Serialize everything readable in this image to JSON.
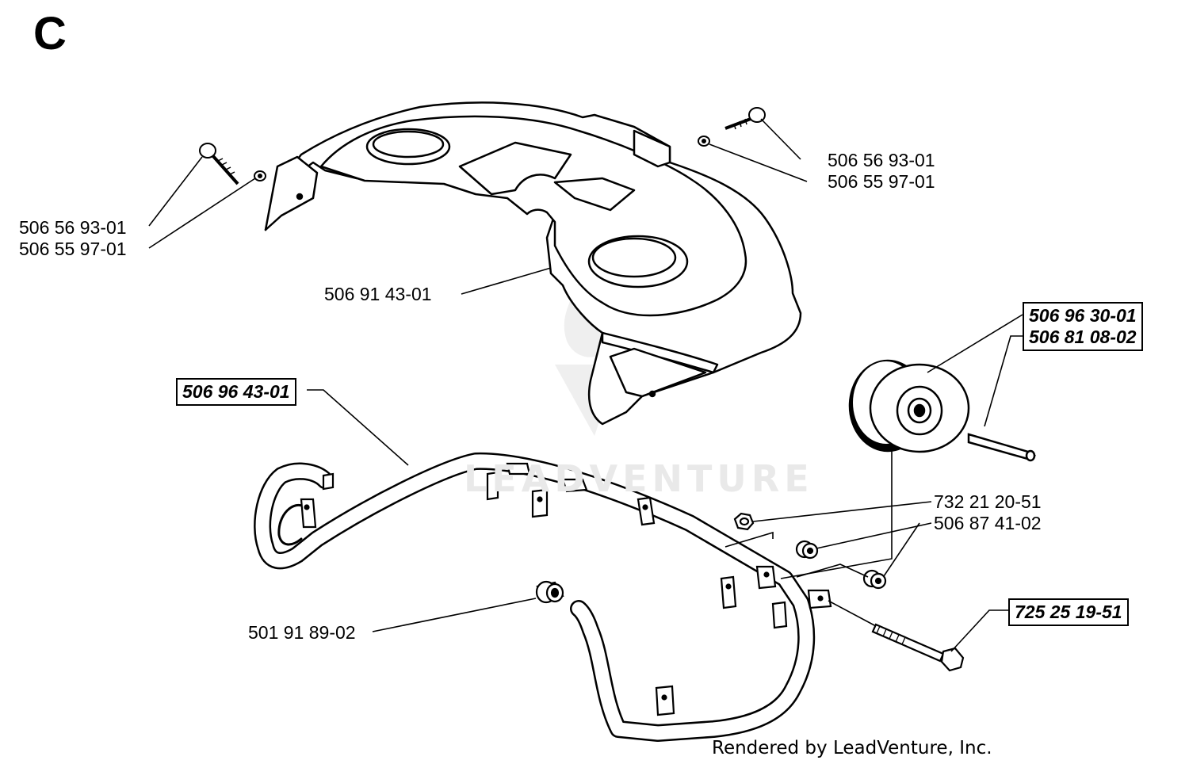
{
  "section_letter": "C",
  "watermark": "LEADVENTURE",
  "credit": "Rendered by LeadVenture, Inc.",
  "callouts": {
    "left_screw": "506 56 93-01",
    "left_washer": "506 55 97-01",
    "right_screw": "506 56 93-01",
    "right_washer": "506 55 97-01",
    "deck_cover": "506 91 43-01",
    "wheel_line1": "506 96 30-01",
    "wheel_line2": "506 81 08-02",
    "bumper_frame": "506 96 43-01",
    "nut": "732 21 20-51",
    "spacer": "506 87 41-02",
    "bushing": "501 91 89-02",
    "bolt": "725 25 19-51"
  },
  "colors": {
    "line": "#000000",
    "fill": "#ffffff",
    "shade": "#d9d9d9",
    "watermark": "#e6e6e6"
  }
}
